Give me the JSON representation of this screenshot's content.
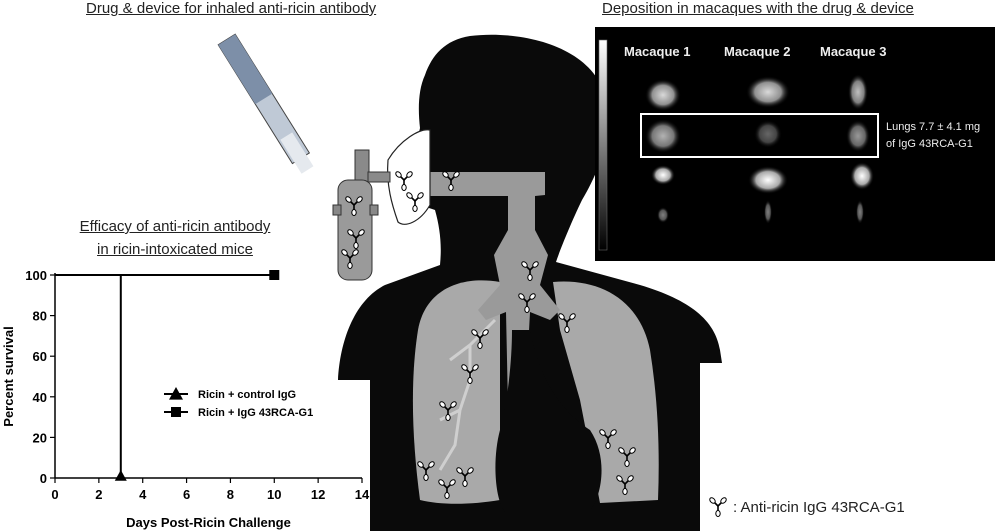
{
  "headings": {
    "device": "Drug & device for inhaled anti-ricin antibody",
    "deposition": "Deposition in macaques with the drug & device",
    "efficacy_line1": "Efficacy of anti-ricin antibody",
    "efficacy_line2": "in ricin-intoxicated mice"
  },
  "macaques": [
    "Macaque 1",
    "Macaque 2",
    "Macaque 3"
  ],
  "lung_label": {
    "line1": "Lungs 7.7 ± 4.1 mg",
    "line2": "of IgG 43RCA-G1"
  },
  "antibody_legend": ": Anti-ricin IgG 43RCA-G1",
  "icons": [
    "antibody-icon",
    "nebulizer-icon"
  ],
  "colors": {
    "silhouette": "#0a0a0a",
    "airway": "#9a9a9a",
    "scan_background": "#000000"
  },
  "chart_data": {
    "type": "line",
    "xlabel": "Days Post-Ricin Challenge",
    "ylabel": "Percent survival",
    "xlim": [
      0,
      14
    ],
    "ylim": [
      0,
      100
    ],
    "x_ticks": [
      "0",
      "2",
      "4",
      "6",
      "8",
      "10",
      "12",
      "14"
    ],
    "y_ticks": [
      "0",
      "20",
      "40",
      "60",
      "80",
      "100"
    ],
    "legend_position": "center-right",
    "series": [
      {
        "name": "Ricin + control IgG",
        "marker": "triangle",
        "points": [
          [
            0,
            100
          ],
          [
            3,
            100
          ],
          [
            3,
            0
          ]
        ]
      },
      {
        "name": "Ricin + IgG 43RCA-G1",
        "marker": "square",
        "points": [
          [
            0,
            100
          ],
          [
            10,
            100
          ]
        ]
      }
    ]
  }
}
